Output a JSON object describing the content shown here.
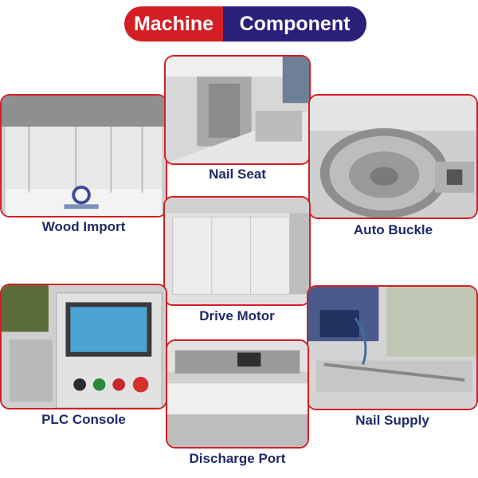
{
  "title": {
    "left": "Machine",
    "right": "Component",
    "colors": {
      "left": "#d31f24",
      "right": "#2a1f79"
    }
  },
  "frame_color": "#d31f24",
  "caption_color": "#1e2a6a",
  "components": [
    {
      "id": "wood-import",
      "label": "Wood Import"
    },
    {
      "id": "nail-seat",
      "label": "Nail Seat"
    },
    {
      "id": "auto-buckle",
      "label": "Auto Buckle"
    },
    {
      "id": "drive-motor",
      "label": "Drive Motor"
    },
    {
      "id": "plc-console",
      "label": "PLC Console"
    },
    {
      "id": "nail-supply",
      "label": "Nail Supply"
    },
    {
      "id": "discharge-port",
      "label": "Discharge Port"
    }
  ]
}
